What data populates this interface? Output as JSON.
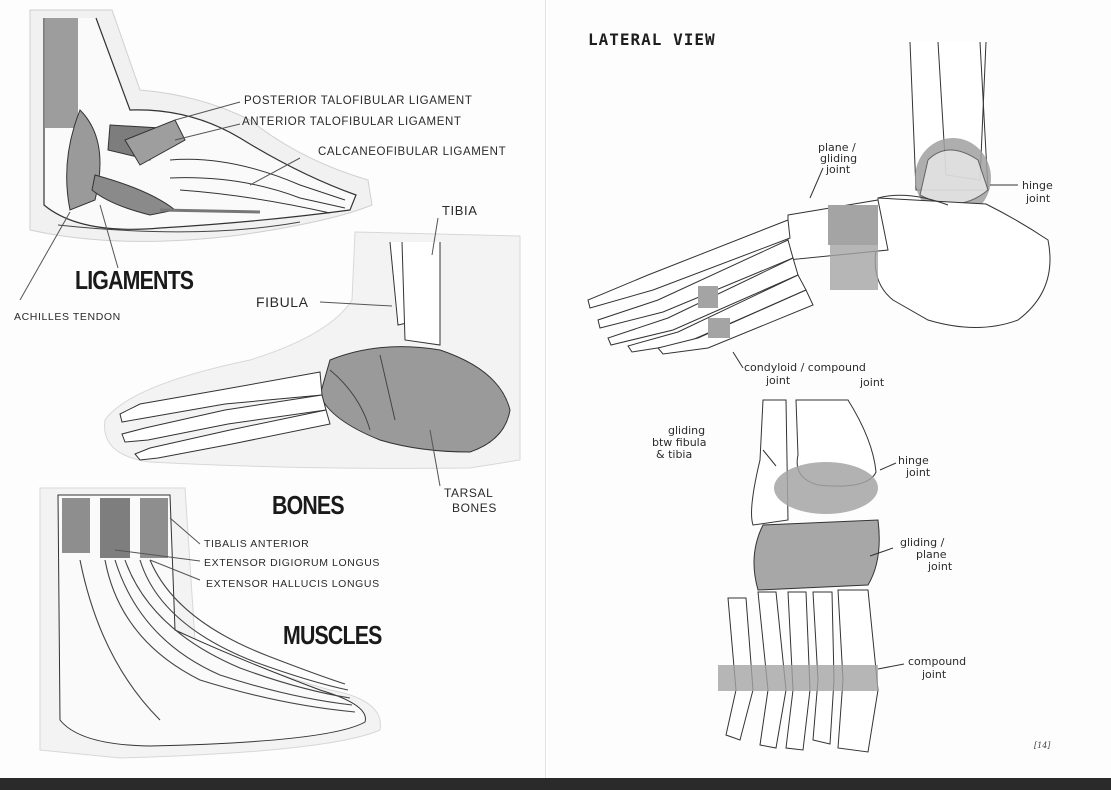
{
  "left_page": {
    "sections": {
      "ligaments": "LIGAMENTS",
      "bones": "BONES",
      "muscles": "MUSCLES"
    },
    "ligament_labels": {
      "posterior_talofibular": "POSTERIOR TALOFIBULAR LIGAMENT",
      "anterior_talofibular": "ANTERIOR TALOFIBULAR LIGAMENT",
      "calcaneofibular": "CALCANEOFIBULAR LIGAMENT",
      "achilles": "ACHILLES TENDON"
    },
    "bone_labels": {
      "tibia": "TIBIA",
      "fibula": "FIBULA",
      "tarsal_line1": "TARSAL",
      "tarsal_line2": "BONES"
    },
    "muscle_labels": {
      "tibialis": "TIBALIS ANTERIOR",
      "ext_digitorum": "EXTENSOR DIGIORUM LONGUS",
      "ext_hallucis": "EXTENSOR HALLUCIS LONGUS"
    }
  },
  "right_page": {
    "title": "LATERAL VIEW",
    "lateral": {
      "plane_line1": "plane /",
      "plane_line2": "gliding",
      "plane_line3": "joint",
      "hinge_line1": "hinge",
      "hinge_line2": "joint",
      "condyloid_line1": "condyloid / compound",
      "condyloid_line2": "joint",
      "condyloid_line3": "joint"
    },
    "anterior": {
      "gliding_line1": "gliding",
      "gliding_line2": "btw fibula",
      "gliding_line3": "& tibia",
      "hinge_line1": "hinge",
      "hinge_line2": "joint",
      "glide_plane_line1": "gliding /",
      "glide_plane_line2": "plane",
      "glide_plane_line3": "joint",
      "compound_line1": "compound",
      "compound_line2": "joint"
    },
    "page_number": "[14]"
  }
}
